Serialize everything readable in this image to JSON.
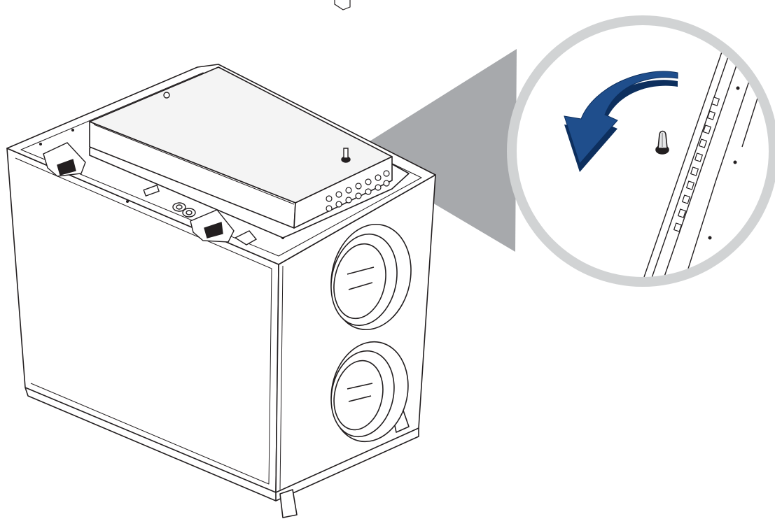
{
  "figure": {
    "subject": "ventilation-unit-with-top-control-box",
    "detail_callout": "rotate-quarter-turn-lock",
    "rotation_direction": "counter-clockwise",
    "colors": {
      "background": "#ffffff",
      "outline": "#231f20",
      "panel_fill": "#ffffff",
      "lid_fill": "#f4f4f4",
      "callout_beam": "#a7a9ac",
      "callout_ring": "#d1d3d4",
      "arrow_fill": "#1f4e8c",
      "arrow_edge": "#0d2f5e"
    }
  }
}
